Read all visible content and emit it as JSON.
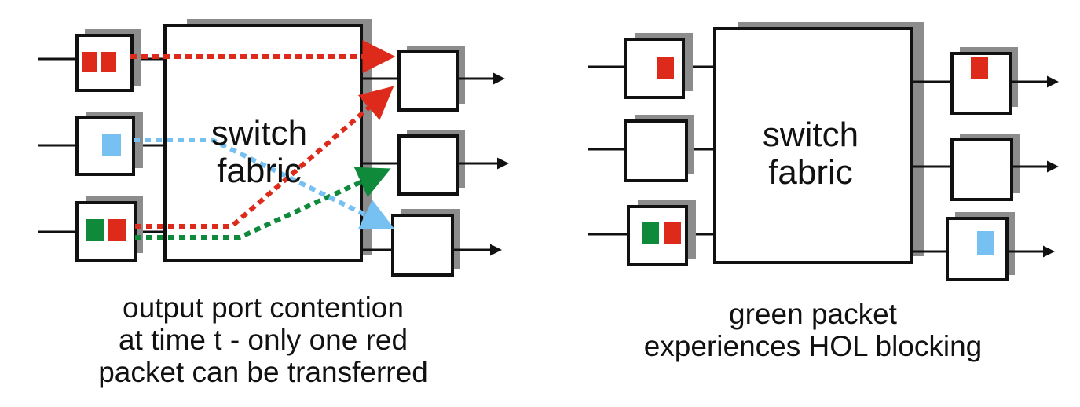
{
  "colors": {
    "red": "#dd2a1b",
    "green": "#0e8a3a",
    "blue": "#76c1f2",
    "shadow": "#8c8c8c",
    "line": "#111111"
  },
  "left_panel": {
    "fabric": {
      "line1": "switch",
      "line2": "fabric"
    },
    "caption": {
      "line1": "output port contention",
      "line2": "at  time t - only one red",
      "line3": "packet can be transferred"
    }
  },
  "right_panel": {
    "fabric": {
      "line1": "switch",
      "line2": "fabric"
    },
    "caption": {
      "line1": "green packet",
      "line2": "experiences HOL blocking"
    }
  }
}
